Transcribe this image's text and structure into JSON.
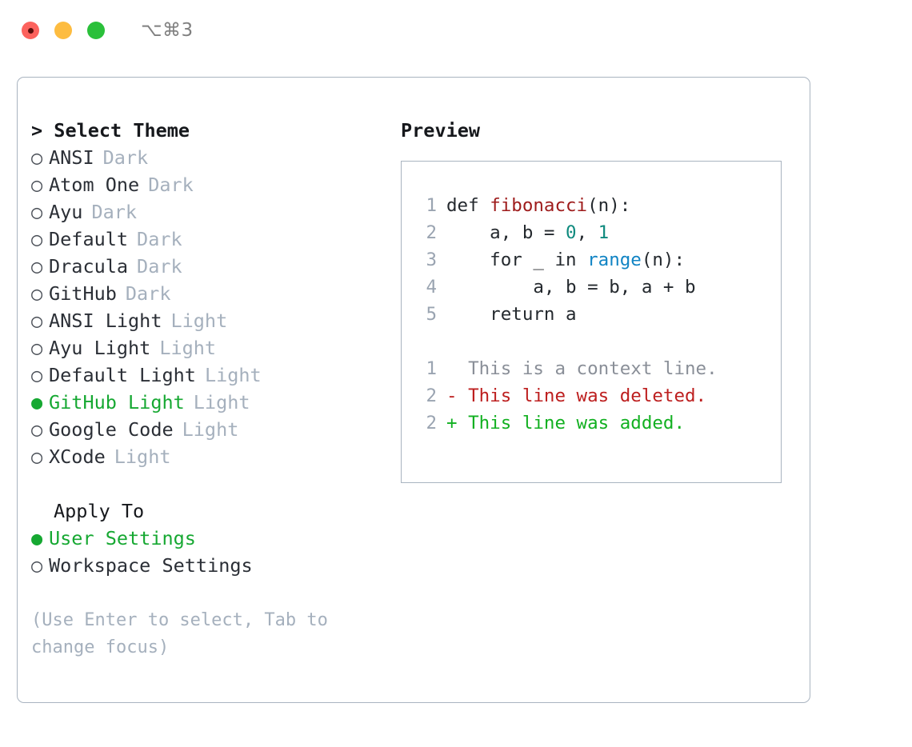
{
  "titlebar": {
    "shortcut": "⌥⌘3",
    "buttons": [
      {
        "name": "close",
        "color": "#fc625d"
      },
      {
        "name": "minimize",
        "color": "#fdbc40"
      },
      {
        "name": "zoom",
        "color": "#2ac03a"
      }
    ]
  },
  "theme_section": {
    "header": "> Select Theme",
    "items": [
      {
        "marker": "○",
        "name": "ANSI",
        "tag": "Dark",
        "selected": false
      },
      {
        "marker": "○",
        "name": "Atom One",
        "tag": "Dark",
        "selected": false
      },
      {
        "marker": "○",
        "name": "Ayu",
        "tag": "Dark",
        "selected": false
      },
      {
        "marker": "○",
        "name": "Default",
        "tag": "Dark",
        "selected": false
      },
      {
        "marker": "○",
        "name": "Dracula",
        "tag": "Dark",
        "selected": false
      },
      {
        "marker": "○",
        "name": "GitHub",
        "tag": "Dark",
        "selected": false
      },
      {
        "marker": "○",
        "name": "ANSI Light",
        "tag": "Light",
        "selected": false
      },
      {
        "marker": "○",
        "name": "Ayu Light",
        "tag": "Light",
        "selected": false
      },
      {
        "marker": "○",
        "name": "Default Light",
        "tag": "Light",
        "selected": false
      },
      {
        "marker": "●",
        "name": "GitHub Light",
        "tag": "Light",
        "selected": true
      },
      {
        "marker": "○",
        "name": "Google Code",
        "tag": "Light",
        "selected": false
      },
      {
        "marker": "○",
        "name": "XCode",
        "tag": "Light",
        "selected": false
      }
    ]
  },
  "apply_section": {
    "header": "Apply To",
    "items": [
      {
        "marker": "●",
        "name": "User Settings",
        "selected": true
      },
      {
        "marker": "○",
        "name": "Workspace Settings",
        "selected": false
      }
    ]
  },
  "hint": "(Use Enter to select, Tab to change focus)",
  "preview": {
    "header": "Preview",
    "code_lines": [
      {
        "num": "1",
        "tokens": [
          {
            "text": "def ",
            "kind": "plain"
          },
          {
            "text": "fibonacci",
            "kind": "fn"
          },
          {
            "text": "(n):",
            "kind": "plain"
          }
        ]
      },
      {
        "num": "2",
        "tokens": [
          {
            "text": "    a, b = ",
            "kind": "plain"
          },
          {
            "text": "0",
            "kind": "num"
          },
          {
            "text": ", ",
            "kind": "plain"
          },
          {
            "text": "1",
            "kind": "num"
          }
        ]
      },
      {
        "num": "3",
        "tokens": [
          {
            "text": "    for _ in ",
            "kind": "plain"
          },
          {
            "text": "range",
            "kind": "kw"
          },
          {
            "text": "(n):",
            "kind": "plain"
          }
        ]
      },
      {
        "num": "4",
        "tokens": [
          {
            "text": "        a, b = b, a + b",
            "kind": "plain"
          }
        ]
      },
      {
        "num": "5",
        "tokens": [
          {
            "text": "    return a",
            "kind": "plain"
          }
        ]
      }
    ],
    "diff_lines": [
      {
        "num": "1",
        "text": "  This is a context line.",
        "kind": "ctx"
      },
      {
        "num": "2",
        "text": "- This line was deleted.",
        "kind": "del"
      },
      {
        "num": "2",
        "text": "+ This line was added.",
        "kind": "add"
      }
    ]
  },
  "colors": {
    "accent_green": "#16a832",
    "border": "#a9b4c0",
    "muted": "#a5b0bd",
    "code_function": "#9e1b1b",
    "code_number": "#0f8a7e",
    "code_keyword": "#1184c4",
    "diff_deleted": "#bd1f1f",
    "diff_added": "#12b021",
    "diff_context": "#8a8f98"
  }
}
